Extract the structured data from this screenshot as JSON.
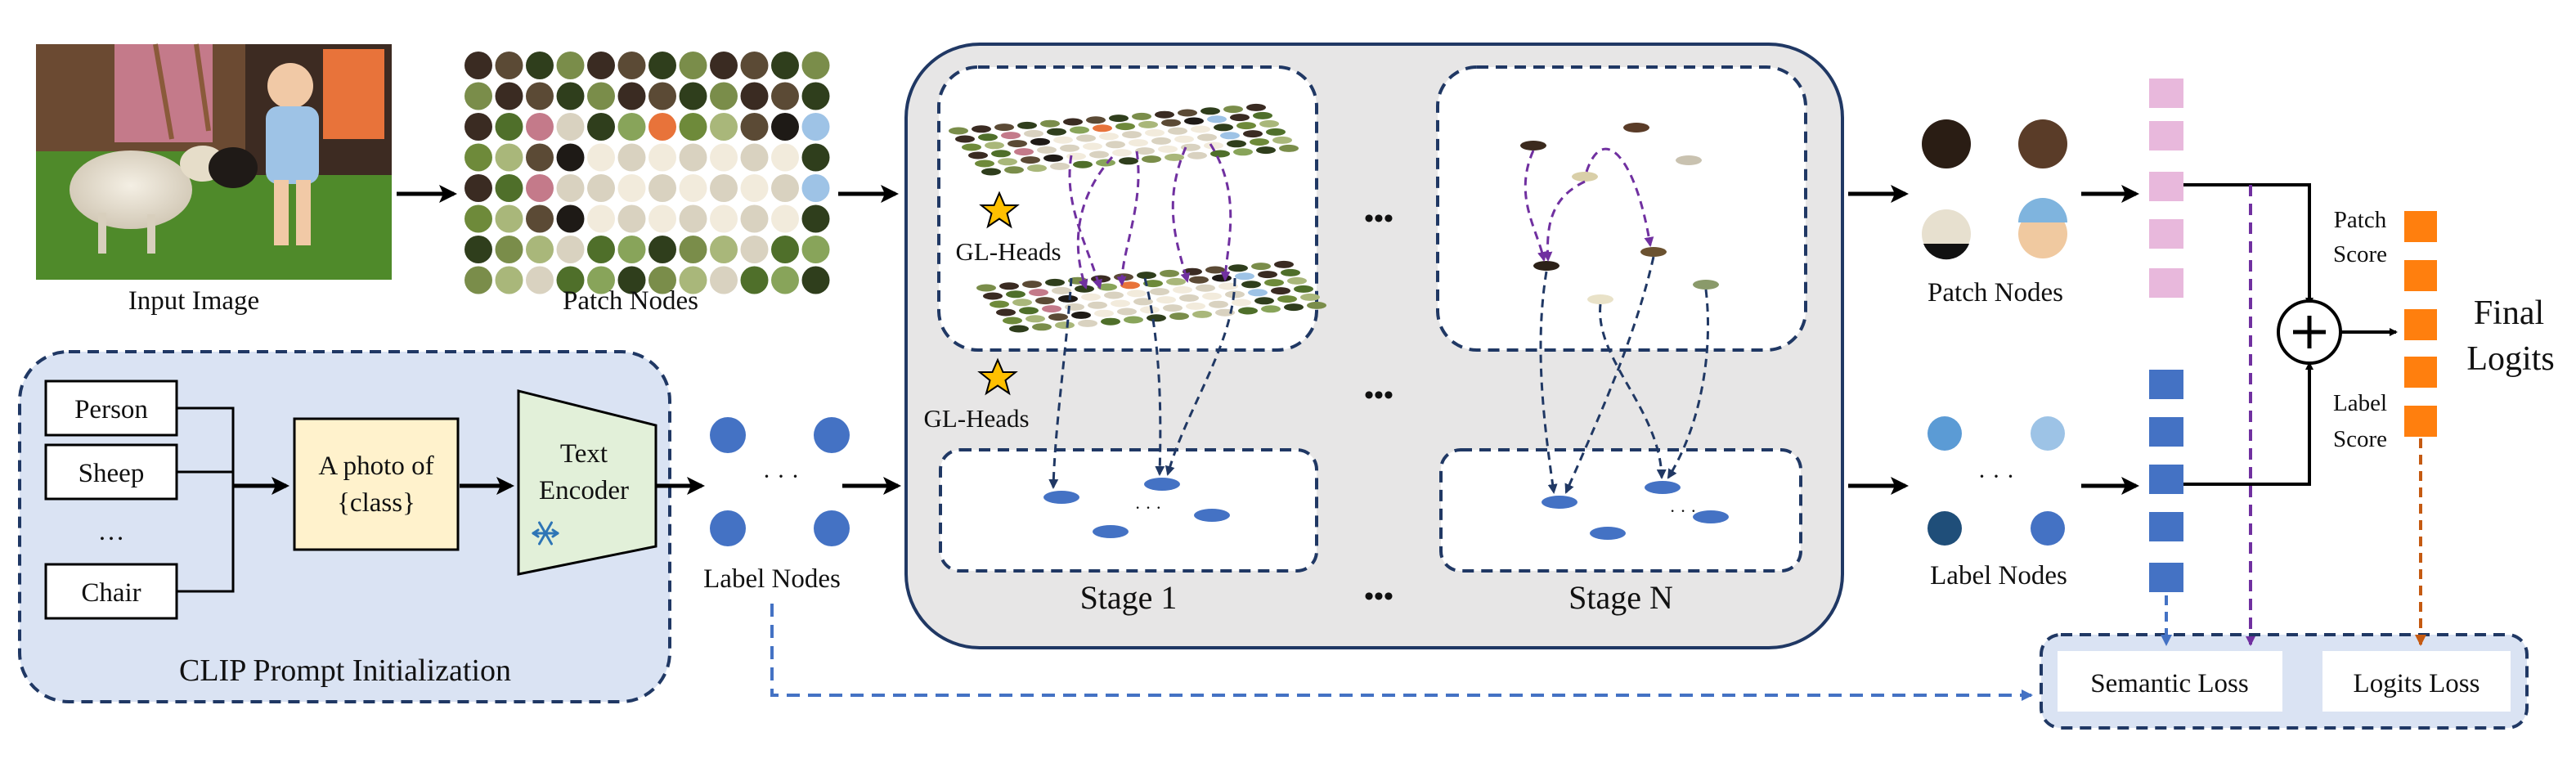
{
  "input": {
    "caption": "Input Image"
  },
  "patch_grid": {
    "caption": "Patch Nodes"
  },
  "clip": {
    "title": "CLIP Prompt Initialization",
    "classes": [
      "Person",
      "Sheep",
      "…",
      "Chair"
    ],
    "prompt_line1": "A photo of",
    "prompt_line2": "{class}",
    "encoder_line1": "Text",
    "encoder_line2": "Encoder",
    "frozen_icon": "snowflake-icon"
  },
  "label_nodes_left": {
    "caption": "Label Nodes",
    "ellipsis": "· · ·"
  },
  "stages": {
    "gl_heads_top": "GL-Heads",
    "gl_heads_bottom": "GL-Heads",
    "stage1": "Stage 1",
    "stageN": "Stage N",
    "ellipsis": "•••",
    "star_icon": "star-icon"
  },
  "outputs": {
    "patch_nodes": "Patch Nodes",
    "label_nodes": "Label Nodes",
    "ellipsis": "· · ·",
    "patch_score_1": "Patch",
    "patch_score_2": "Score",
    "label_score_1": "Label",
    "label_score_2": "Score",
    "final_1": "Final",
    "final_2": "Logits",
    "sum_icon": "plus-circle-icon"
  },
  "losses": {
    "semantic": "Semantic Loss",
    "logits": "Logits Loss"
  },
  "colors": {
    "panel_blue": "#dae3f3",
    "panel_gray": "#e7e6e6",
    "prompt_box": "#fff2cc",
    "encoder": "#e2f0d9",
    "node_blue": "#4472c4",
    "patch_pink": "#e8b8dc",
    "logit_orange": "#ff7f0e",
    "arrow_purple": "#7030a0",
    "arrow_navy": "#203864",
    "arrow_orange": "#c55a11"
  }
}
